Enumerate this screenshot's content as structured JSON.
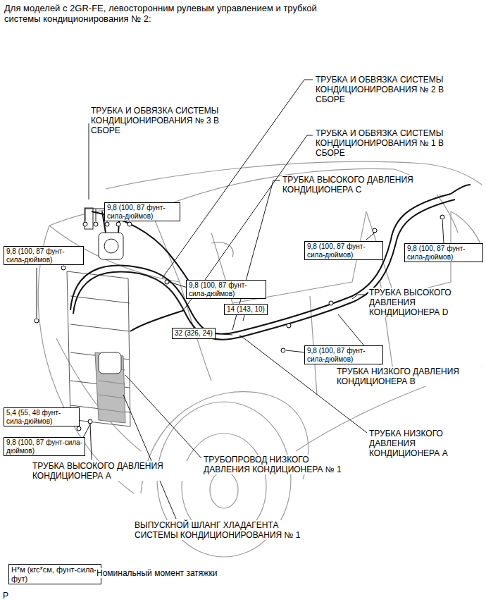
{
  "diagram": {
    "title": "Для моделей с 2GR-FE, левосторонним рулевым управлением и трубкой системы кондиционирования № 2:",
    "nodes": [
      {
        "text": [
          "9,8 (100, 87 фунт-сила-дюймов)"
        ]
      },
      {
        "text": [
          "9,8 (100, 87 фунт-сила-дюймов)"
        ]
      },
      {
        "text": [
          "9,8 (100, 87 фунт-сила-дюймов)"
        ]
      },
      {
        "text": [
          "9,8 (100, 87 фунт-сила-дюймов)"
        ]
      },
      {
        "text": [
          "9,8 (100, 87 фунт-сила-дюймов)"
        ]
      },
      {
        "text": [
          "14 (143, 10)"
        ]
      },
      {
        "text": [
          "32 (326, 24)"
        ]
      },
      {
        "text": [
          "9,8 (100, 87 фунт-сила-дюймов)"
        ]
      },
      {
        "text": [
          "5,4 (55, 48 фунт-сила-дюймов)"
        ]
      },
      {
        "text": [
          "9,8 (100, 87 фунт-сила-дюймов)"
        ]
      },
      {
        "text": [
          "Н*м (кгс*см, фунт-сила-фут)"
        ]
      }
    ],
    "labels": [
      "ТРУБКА И ОБВЯЗКА СИСТЕМЫ КОНДИЦИОНИРОВАНИЯ № 2 В СБОРЕ",
      "ТРУБКА И ОБВЯЗКА СИСТЕМЫ КОНДИЦИОНИРОВАНИЯ № 3 В СБОРЕ",
      "ТРУБКА И ОБВЯЗКА СИСТЕМЫ КОНДИЦИОНИРОВАНИЯ № 1 В СБОРЕ",
      "ТРУБКА ВЫСОКОГО ДАВЛЕНИЯ КОНДИЦИОНЕРА C",
      "ТРУБКА ВЫСОКОГО ДАВЛЕНИЯ КОНДИЦИОНЕРА D",
      "ТРУБКА НИЗКОГО ДАВЛЕНИЯ КОНДИЦИОНЕРА B",
      "ТРУБКА НИЗКОГО ДАВЛЕНИЯ КОНДИЦИОНЕРА A",
      "ТРУБОПРОВОД НИЗКОГО ДАВЛЕНИЯ КОНДИЦИОНЕРА № 1",
      "ТРУБКА ВЫСОКОГО ДАВЛЕНИЯ КОНДИЦИОНЕРА A",
      "ВЫПУСКНОЙ ШЛАНГ ХЛАДАГЕНТА СИСТЕМЫ КОНДИЦИОНИРОВАНИЯ № 1",
      "Номинальный момент затяжки",
      "P"
    ]
  }
}
